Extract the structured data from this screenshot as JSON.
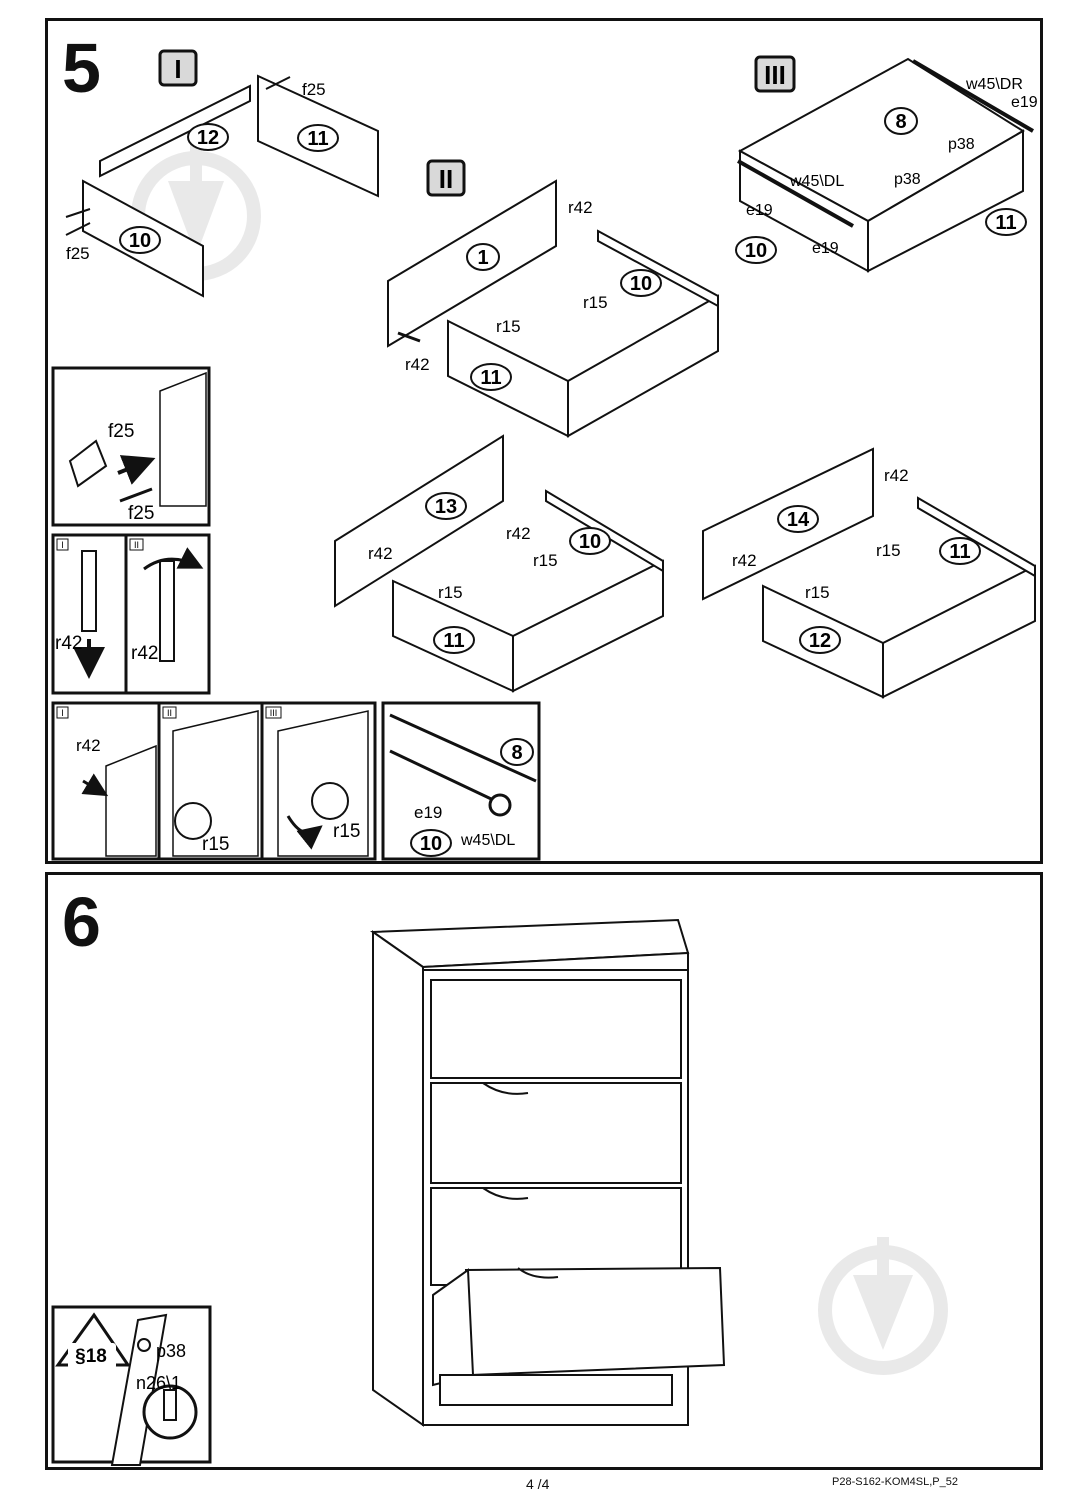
{
  "page": {
    "page_number": "4 /4",
    "doc_code": "P28-S162-KOM4SL,P_52"
  },
  "step5": {
    "number": "5",
    "substeps": [
      "I",
      "II",
      "III"
    ],
    "parts": {
      "p1": "1",
      "p8": "8",
      "p10": "10",
      "p11": "11",
      "p12": "12",
      "p13": "13",
      "p14": "14"
    },
    "fittings": {
      "f25": "f25",
      "r42": "r42",
      "r15": "r15",
      "e19": "e19",
      "p38": "p38",
      "w45dr": "w45\\DR",
      "w45dl": "w45\\DL"
    },
    "inset_tags": [
      "I",
      "II",
      "III"
    ]
  },
  "step6": {
    "number": "6",
    "warning_label": "§18",
    "fittings": {
      "p38": "p38",
      "n26": "n26\\1"
    }
  },
  "colors": {
    "ink": "#111111",
    "watermark": "#cfcfcf",
    "panel_tag_fill": "#d9d9d9"
  }
}
